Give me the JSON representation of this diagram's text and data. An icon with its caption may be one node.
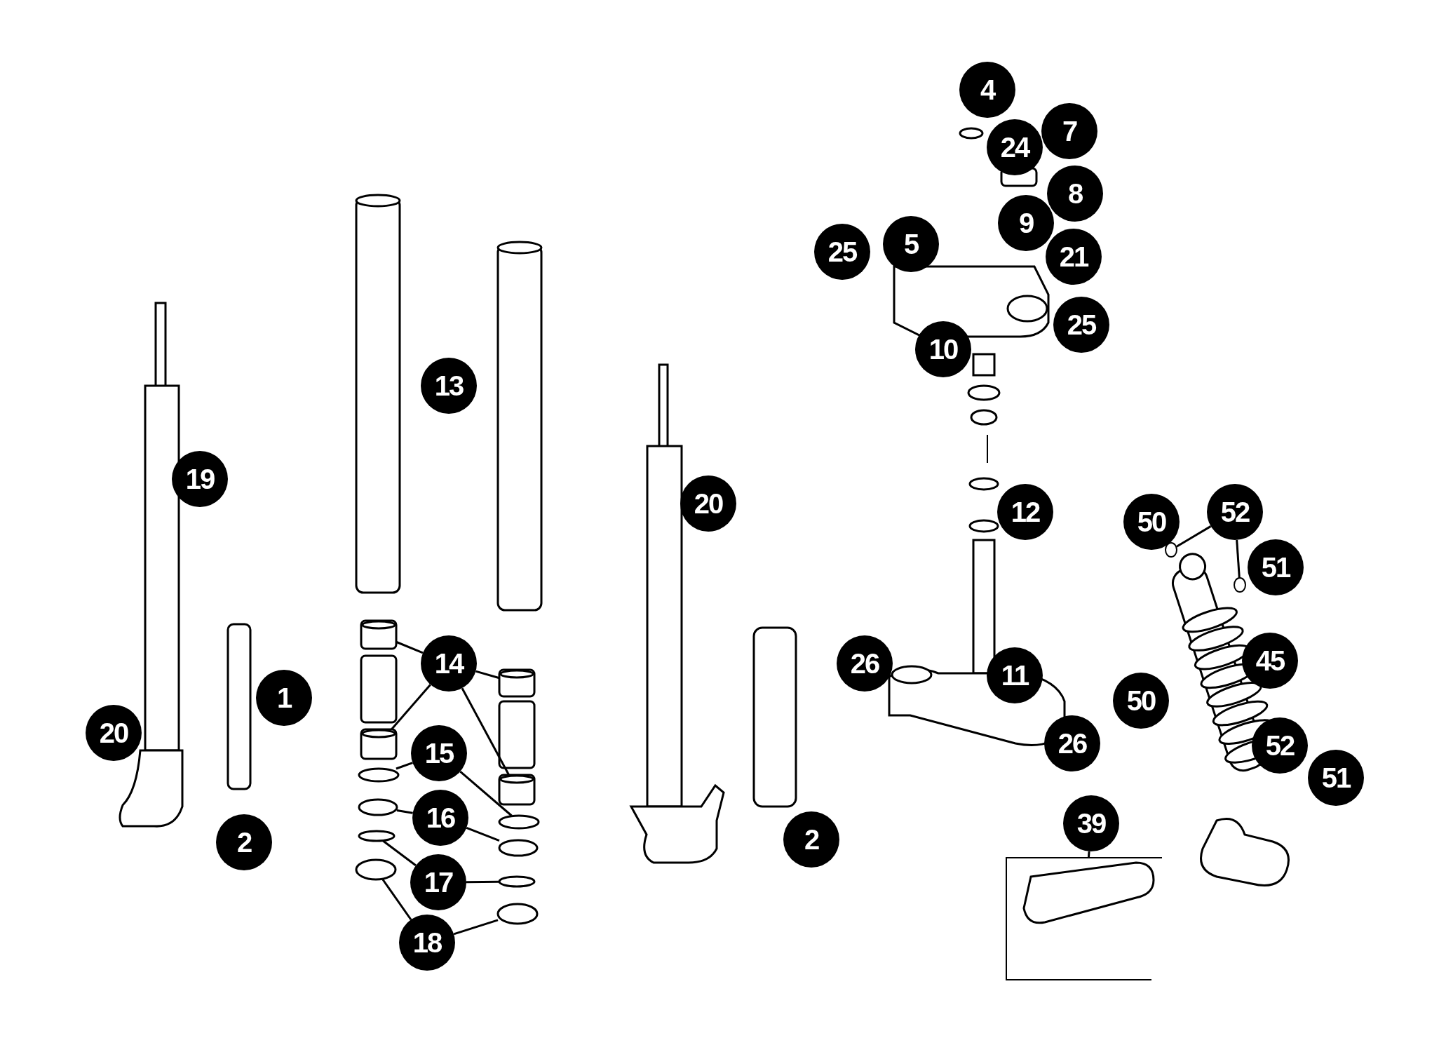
{
  "diagram": {
    "nodes": [
      {
        "text": [
          "4"
        ]
      },
      {
        "text": [
          "24"
        ]
      },
      {
        "text": [
          "7"
        ]
      },
      {
        "text": [
          "8"
        ]
      },
      {
        "text": [
          "9"
        ]
      },
      {
        "text": [
          "5"
        ]
      },
      {
        "text": [
          "25"
        ]
      },
      {
        "text": [
          "21"
        ]
      },
      {
        "text": [
          "25"
        ]
      },
      {
        "text": [
          "10"
        ]
      },
      {
        "text": [
          "13"
        ]
      },
      {
        "text": [
          "19"
        ]
      },
      {
        "text": [
          "20"
        ]
      },
      {
        "text": [
          "12"
        ]
      },
      {
        "text": [
          "52"
        ]
      },
      {
        "text": [
          "50"
        ]
      },
      {
        "text": [
          "51"
        ]
      },
      {
        "text": [
          "14"
        ]
      },
      {
        "text": [
          "26"
        ]
      },
      {
        "text": [
          "45"
        ]
      },
      {
        "text": [
          "11"
        ]
      },
      {
        "text": [
          "1"
        ]
      },
      {
        "text": [
          "50"
        ]
      },
      {
        "text": [
          "20"
        ]
      },
      {
        "text": [
          "15"
        ]
      },
      {
        "text": [
          "26"
        ]
      },
      {
        "text": [
          "52"
        ]
      },
      {
        "text": [
          "51"
        ]
      },
      {
        "text": [
          "39"
        ]
      },
      {
        "text": [
          "16"
        ]
      },
      {
        "text": [
          "2"
        ]
      },
      {
        "text": [
          "2"
        ]
      },
      {
        "text": [
          "17"
        ]
      },
      {
        "text": [
          "18"
        ]
      },
      {
        "text": [],
        "shape": "cylinder"
      },
      {
        "text": [],
        "shape": "cylinder"
      },
      {
        "text": [],
        "shape": "cylinder"
      },
      {
        "text": [],
        "shape": "cylinder"
      },
      {
        "text": [],
        "shape": "ring"
      },
      {
        "text": [],
        "shape": "ring"
      },
      {
        "text": [],
        "shape": "ring"
      },
      {
        "text": [],
        "shape": "ring"
      },
      {
        "text": [],
        "shape": "ring"
      },
      {
        "text": [],
        "shape": "ring"
      },
      {
        "text": [],
        "shape": "ring"
      },
      {
        "text": [],
        "shape": "ring"
      },
      {
        "text": [],
        "shape": "washer"
      },
      {
        "text": [],
        "shape": "washer"
      },
      {
        "text": [],
        "shape": "bracket"
      }
    ],
    "edges": [
      {
        "from": 17,
        "to": 34,
        "arrow": "none"
      },
      {
        "from": 17,
        "to": 35,
        "arrow": "none"
      },
      {
        "from": 17,
        "to": 36,
        "arrow": "none"
      },
      {
        "from": 17,
        "to": 37,
        "arrow": "none"
      },
      {
        "from": 24,
        "to": 38,
        "arrow": "none"
      },
      {
        "from": 24,
        "to": 39,
        "arrow": "none"
      },
      {
        "from": 29,
        "to": 40,
        "arrow": "none"
      },
      {
        "from": 29,
        "to": 41,
        "arrow": "none"
      },
      {
        "from": 32,
        "to": 42,
        "arrow": "none"
      },
      {
        "from": 32,
        "to": 43,
        "arrow": "none"
      },
      {
        "from": 33,
        "to": 44,
        "arrow": "none"
      },
      {
        "from": 33,
        "to": 45,
        "arrow": "none"
      },
      {
        "from": 14,
        "to": 46,
        "arrow": "none"
      },
      {
        "from": 14,
        "to": 47,
        "arrow": "none"
      },
      {
        "from": 28,
        "to": 48,
        "arrow": "none"
      }
    ]
  }
}
